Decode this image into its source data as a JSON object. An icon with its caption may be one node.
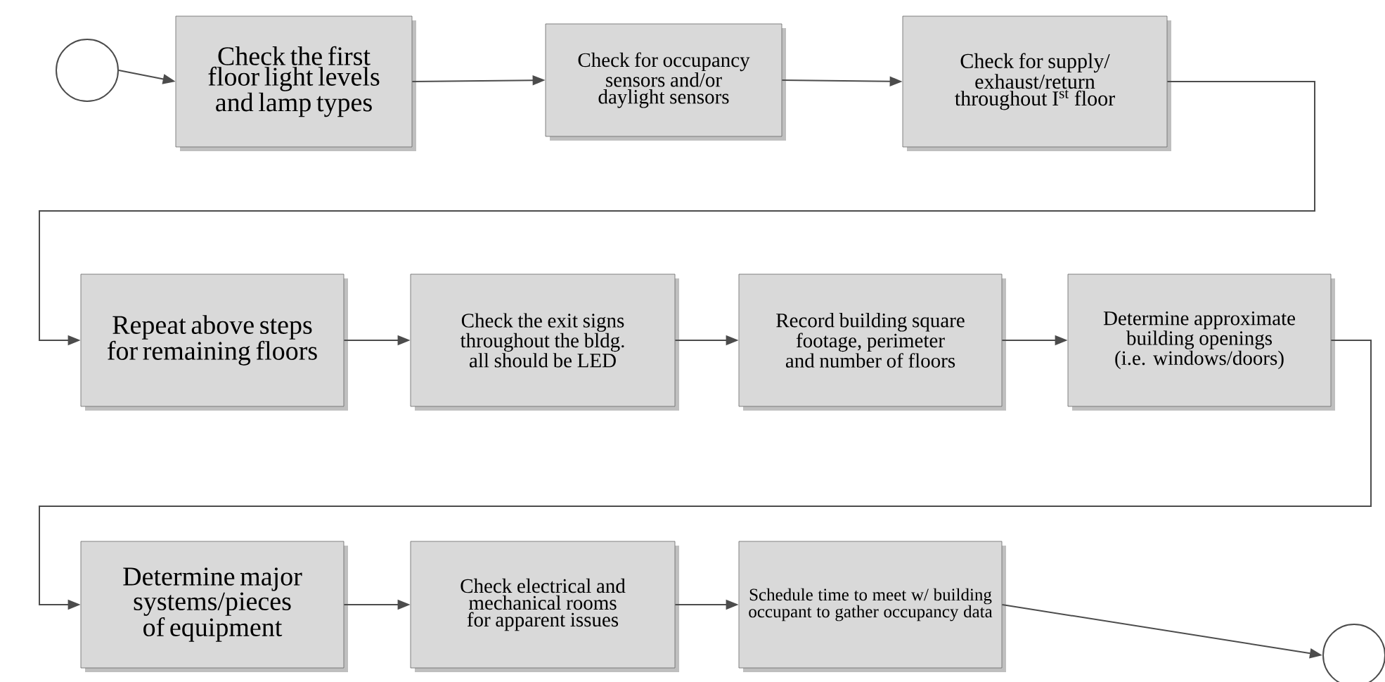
{
  "diagram": {
    "nodes": [
      {
        "text": [],
        "shape": "circle"
      },
      {
        "text": [
          "Check the first floor light levels and lamp types"
        ]
      },
      {
        "text": [
          "Check for occupancy sensors and/or daylight sensors"
        ]
      },
      {
        "text": [
          "Check for supply/ exhaust/return throughout I$^{st}$ floor"
        ]
      },
      {
        "text": [
          "Repeat above steps for remaining floors"
        ]
      },
      {
        "text": [
          "Check the exit signs throughout the bldg. all should be LED"
        ]
      },
      {
        "text": [
          "Record building square footage, perimeter and number of floors"
        ]
      },
      {
        "text": [
          "Determine approximate building openings (i.e. windows/doors)"
        ]
      },
      {
        "text": [
          "Determine major systems/pieces of equipment"
        ]
      },
      {
        "text": [
          "Check electrical and mechanical rooms for apparent issues"
        ]
      },
      {
        "text": [
          "Schedule time to meet w/ building occupant to gather occupancy data"
        ]
      },
      {
        "text": [],
        "shape": "circle"
      }
    ],
    "edges": [
      {
        "from": 0,
        "to": 1,
        "arrow": "to"
      },
      {
        "from": 1,
        "to": 2,
        "arrow": "to"
      },
      {
        "from": 2,
        "to": 3,
        "arrow": "to"
      },
      {
        "from": 3,
        "to": 4,
        "arrow": "to"
      },
      {
        "from": 4,
        "to": 5,
        "arrow": "to"
      },
      {
        "from": 5,
        "to": 6,
        "arrow": "to"
      },
      {
        "from": 6,
        "to": 7,
        "arrow": "to"
      },
      {
        "from": 7,
        "to": 8,
        "arrow": "to"
      },
      {
        "from": 8,
        "to": 9,
        "arrow": "to"
      },
      {
        "from": 9,
        "to": 10,
        "arrow": "to"
      },
      {
        "from": 10,
        "to": 11,
        "arrow": "to"
      }
    ]
  }
}
